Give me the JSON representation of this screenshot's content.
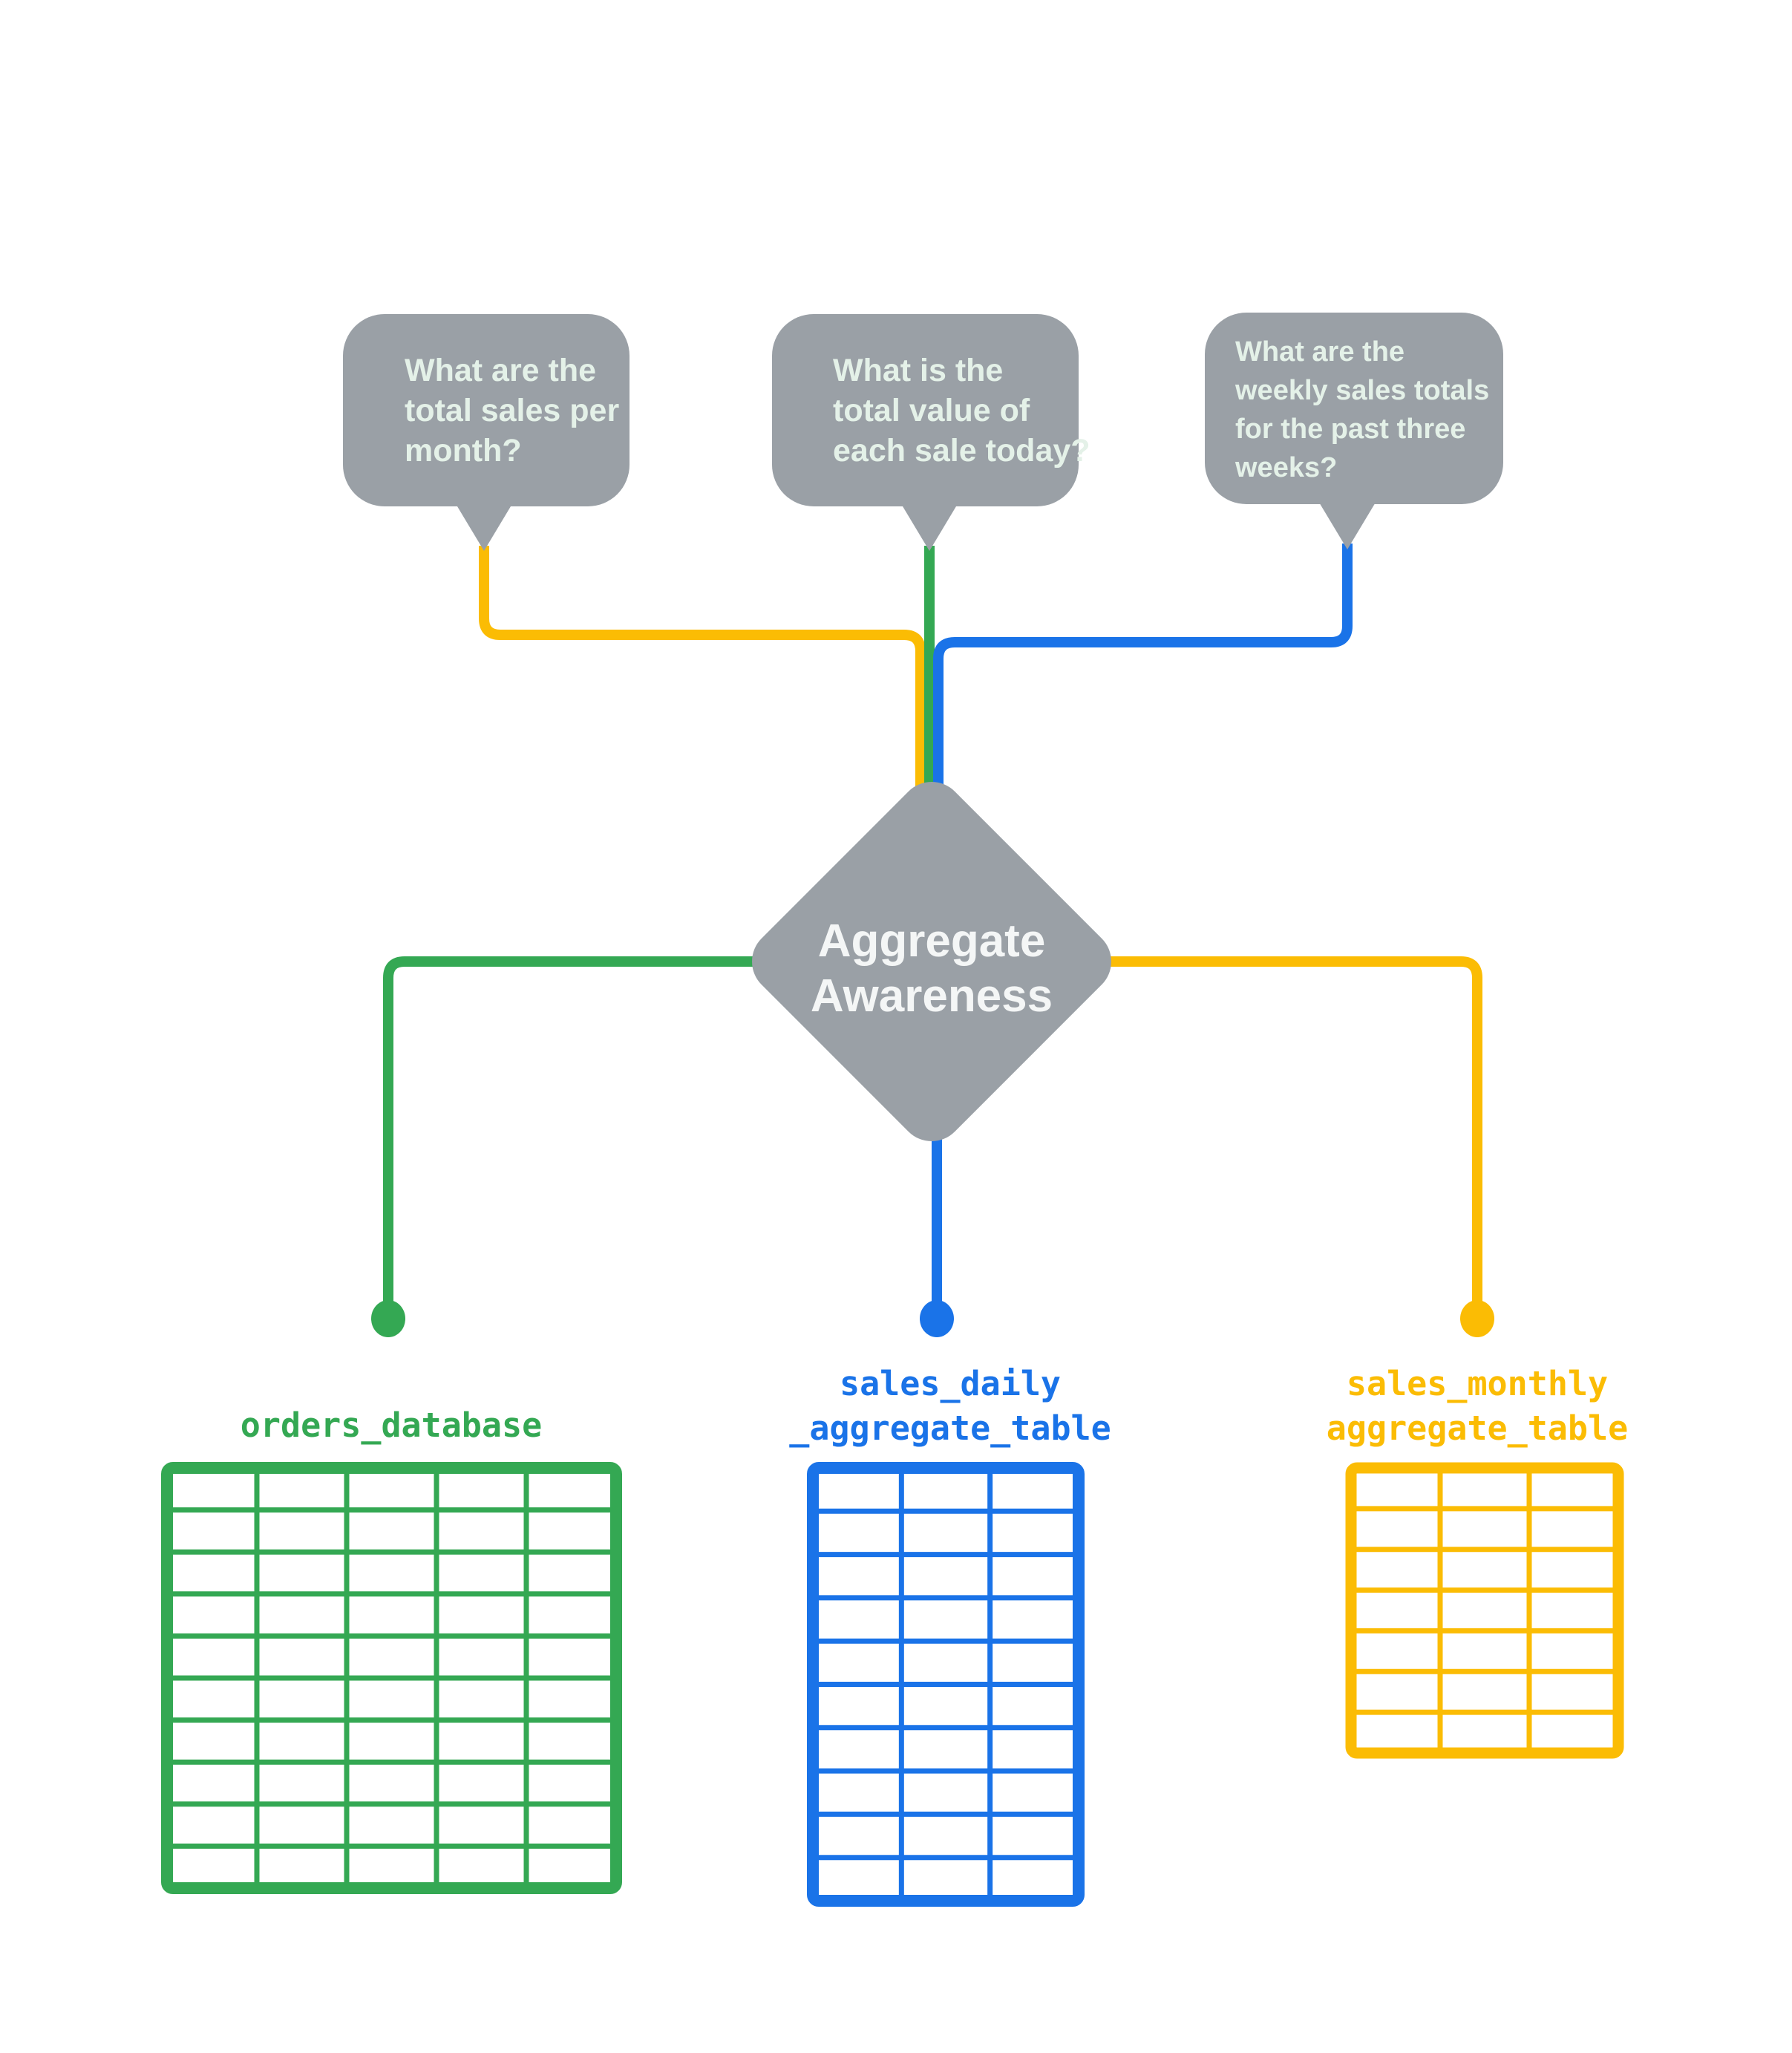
{
  "title": "Aggregate Awareness diagram",
  "colors": {
    "gray": "#9AA0A6",
    "bubble_text": "#E4F1E8",
    "diamond_text": "#F4F6F6",
    "green": "#34A853",
    "blue": "#1A73E8",
    "yellow": "#FBBC04",
    "background": "#FFFFFF"
  },
  "bubbles": [
    {
      "id": "monthly-sales-question",
      "lines": [
        "What are the",
        "total sales per",
        "month?"
      ],
      "connector_color": "#FBBC04"
    },
    {
      "id": "daily-sale-value-question",
      "lines": [
        "What is the",
        "total value of",
        "each sale today?"
      ],
      "connector_color": "#34A853"
    },
    {
      "id": "weekly-sales-question",
      "lines": [
        "What are the",
        "weekly sales totals",
        "for the past three",
        "weeks?"
      ],
      "connector_color": "#1A73E8"
    }
  ],
  "diamond": {
    "lines": [
      "Aggregate",
      "Awareness"
    ]
  },
  "tables": [
    {
      "id": "orders-database",
      "label_lines": [
        "orders_database"
      ],
      "color": "#34A853",
      "columns": 5,
      "rows": 10
    },
    {
      "id": "sales-daily-aggregate-table",
      "label_lines": [
        "sales_daily",
        "_aggregate_table"
      ],
      "color": "#1A73E8",
      "columns": 3,
      "rows": 10
    },
    {
      "id": "sales-monthly-aggregate-table",
      "label_lines": [
        "sales_monthly",
        "aggregate_table"
      ],
      "color": "#FBBC04",
      "columns": 3,
      "rows": 7
    }
  ]
}
